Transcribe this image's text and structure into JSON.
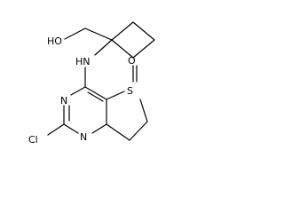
{
  "molecule": {
    "atoms": {
      "hydroxyl": "HO",
      "amine": "HN",
      "sulfur": "S",
      "oxide_oxygen": "O",
      "ring_nitrogen_top": "N",
      "ring_nitrogen_bottom": "N",
      "chlorine": "Cl"
    }
  }
}
